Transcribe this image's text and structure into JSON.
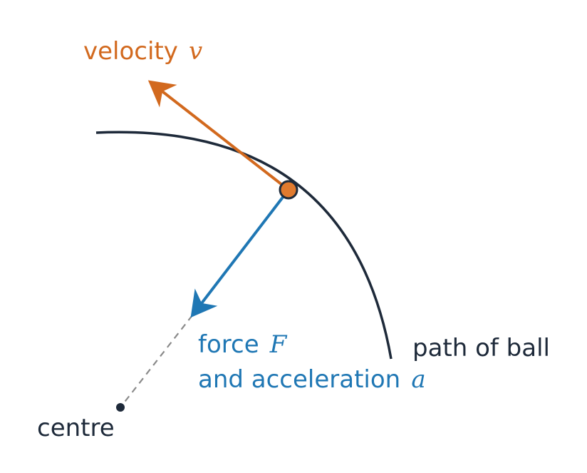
{
  "colors": {
    "path": "#1e2a3a",
    "velocity": "#d2691e",
    "force": "#1f77b4",
    "centre_line": "#8a8a8a",
    "ball_fill": "#e07a2e",
    "ball_stroke": "#1e2a3a",
    "centre_dot": "#1e2a3a"
  },
  "labels": {
    "velocity_text": "velocity",
    "velocity_symbol": "v",
    "force_text": "force",
    "force_symbol": "F",
    "acceleration_text": "and acceleration",
    "acceleration_symbol": "a",
    "path_text": "path of ball",
    "centre_text": "centre"
  }
}
